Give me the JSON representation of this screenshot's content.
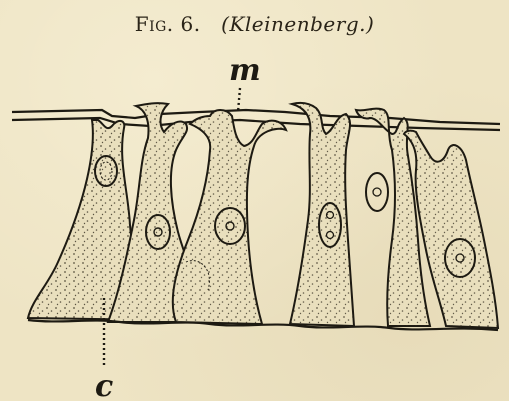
{
  "title": {
    "fig": "Fig. 6.",
    "author": "(Kleinenberg.)"
  },
  "labels": {
    "m": "m",
    "c": "c"
  },
  "colors": {
    "ink": "#1d1a12",
    "paper": "#eee4c4",
    "cell_fill": "#e9dfbd"
  }
}
